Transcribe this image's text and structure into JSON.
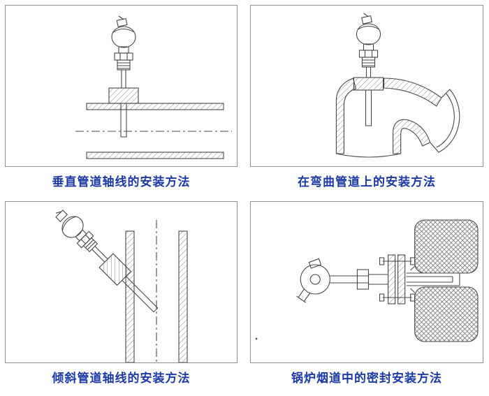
{
  "panels": [
    {
      "id": "vertical-pipe",
      "caption": "垂直管道轴线的安装方法"
    },
    {
      "id": "curved-pipe",
      "caption": "在弯曲管道上的安装方法"
    },
    {
      "id": "inclined-pipe",
      "caption": "倾斜管道轴线的安装方法"
    },
    {
      "id": "boiler-flue",
      "caption": "锅炉烟道中的密封安装方法"
    }
  ],
  "colors": {
    "caption_text": "#1c3aa6",
    "drawing_line": "#474747",
    "frame_border": "#8f8f8f",
    "background": "#ffffff"
  }
}
